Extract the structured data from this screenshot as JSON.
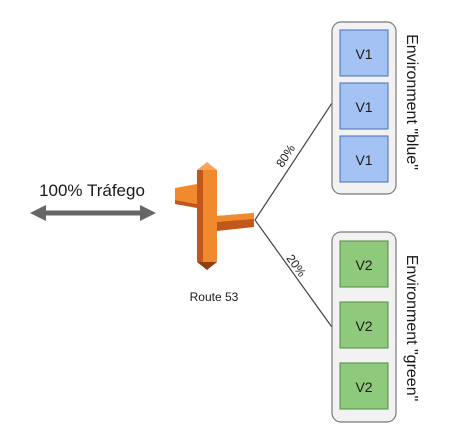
{
  "traffic": {
    "label": "100% Tráfego"
  },
  "router": {
    "label": "Route 53",
    "icon": "route53-icon"
  },
  "routes": [
    {
      "percent_label": "80%",
      "target": "blue"
    },
    {
      "percent_label": "20%",
      "target": "green"
    }
  ],
  "environments": {
    "blue": {
      "label": "Environment \"blue\"",
      "items": [
        "V1",
        "V1",
        "V1"
      ],
      "fill": "#a4c2f4",
      "stroke": "#4a6fb0"
    },
    "green": {
      "label": "Environment \"green\"",
      "items": [
        "V2",
        "V2",
        "V2"
      ],
      "fill": "#8fca7c",
      "stroke": "#4f8a3f"
    }
  },
  "colors": {
    "arrow": "#666666",
    "container_fill": "#f2f2f2",
    "container_stroke": "#7a7a7a",
    "route53_light": "#f08a2c",
    "route53_dark": "#c2571b",
    "line": "#444444"
  }
}
